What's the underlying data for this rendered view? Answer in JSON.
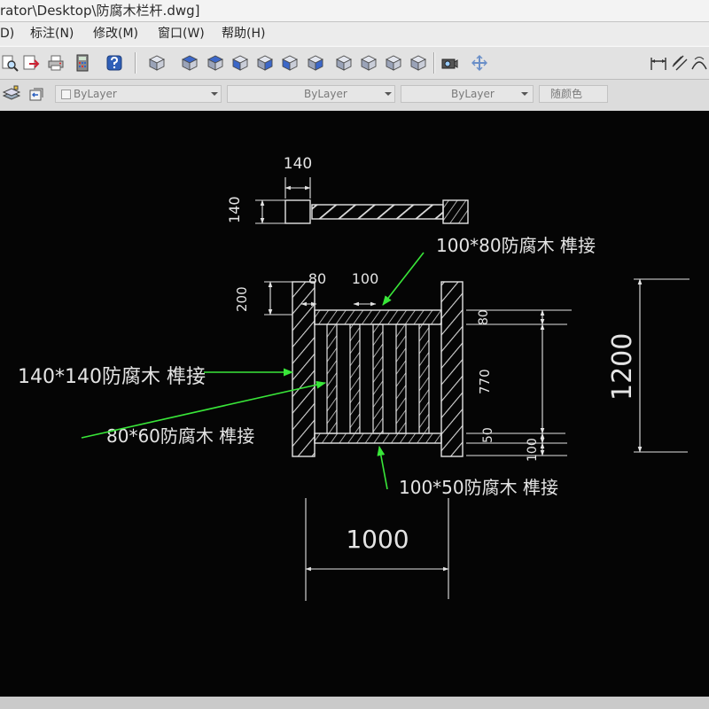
{
  "window": {
    "title": "rator\\Desktop\\防腐木栏杆.dwg]"
  },
  "menu": {
    "items": [
      "D)",
      "标注(N)",
      "修改(M)",
      "窗口(W)",
      "帮助(H)"
    ]
  },
  "toolbar": {
    "left_icons": [
      "print-preview-icon",
      "publish-icon",
      "plot-icon",
      "calculator-icon",
      "help-icon",
      "named-views-icon",
      "top-view-icon",
      "bottom-view-icon",
      "left-view-icon",
      "right-view-icon",
      "front-view-icon",
      "back-view-icon",
      "sw-isometric-icon",
      "se-isometric-icon",
      "ne-isometric-icon",
      "nw-isometric-icon",
      "camera-icon",
      "pan-icon"
    ],
    "right_icons": [
      "linear-dimension-icon",
      "aligned-dimension-icon",
      "arc-length-icon"
    ]
  },
  "properties_bar": {
    "icons": [
      "layer-properties-icon",
      "layer-previous-icon"
    ],
    "dropdowns": {
      "color": "ByLayer",
      "linetype": "ByLayer",
      "lineweight": "ByLayer",
      "plot_style": "随颜色"
    }
  },
  "colors": {
    "canvas_background": "#050505",
    "entity": "#e4e4e4",
    "leader": "#39e639"
  },
  "drawing": {
    "plan_view": {
      "width_dim": "140",
      "depth_dim": "140"
    },
    "elevation": {
      "post_top_dim": "200",
      "post_width_dim": "80",
      "baluster_spacing_dim": "100",
      "top_rail_dim": "80",
      "baluster_height_dim": "770",
      "bottom_rail_dim": "50",
      "bottom_gap_dim": "100",
      "total_height_dim": "1200",
      "total_width_dim": "1000"
    },
    "labels": {
      "top_rail": "100*80防腐木 榫接",
      "post": "140*140防腐木 榫接",
      "baluster": "80*60防腐木 榫接",
      "bottom_rail": "100*50防腐木 榫接"
    }
  }
}
